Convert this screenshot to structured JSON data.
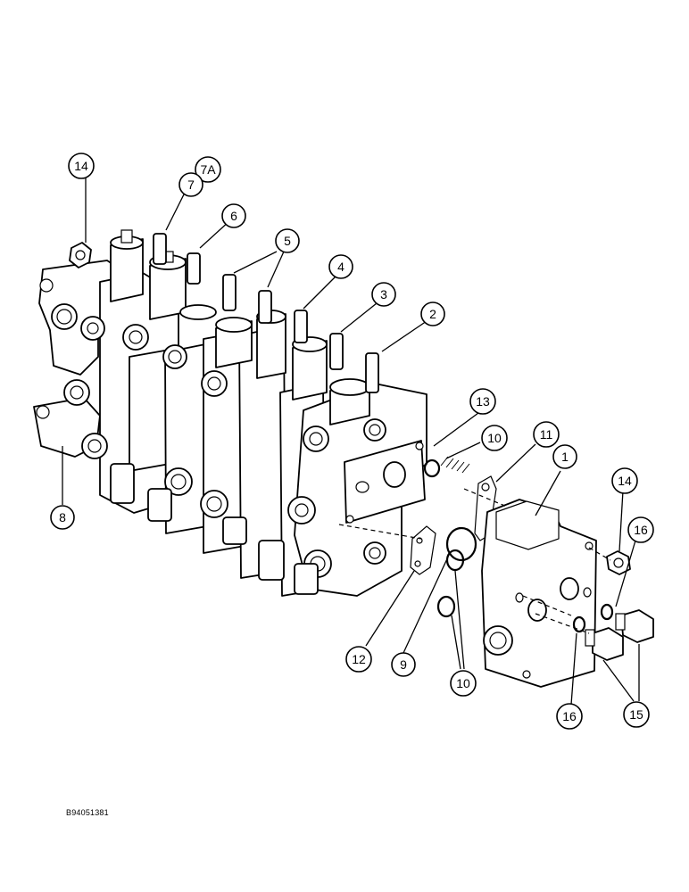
{
  "drawing_code": "B94051381",
  "callouts": [
    {
      "id": "c14a",
      "label": "14"
    },
    {
      "id": "c7a",
      "label": "7A"
    },
    {
      "id": "c7",
      "label": "7"
    },
    {
      "id": "c6",
      "label": "6"
    },
    {
      "id": "c5",
      "label": "5"
    },
    {
      "id": "c4",
      "label": "4"
    },
    {
      "id": "c3",
      "label": "3"
    },
    {
      "id": "c2",
      "label": "2"
    },
    {
      "id": "c13",
      "label": "13"
    },
    {
      "id": "c10a",
      "label": "10"
    },
    {
      "id": "c11",
      "label": "11"
    },
    {
      "id": "c1",
      "label": "1"
    },
    {
      "id": "c14b",
      "label": "14"
    },
    {
      "id": "c16a",
      "label": "16"
    },
    {
      "id": "c8",
      "label": "8"
    },
    {
      "id": "c12",
      "label": "12"
    },
    {
      "id": "c9",
      "label": "9"
    },
    {
      "id": "c10b",
      "label": "10"
    },
    {
      "id": "c16b",
      "label": "16"
    },
    {
      "id": "c15",
      "label": "15"
    }
  ]
}
